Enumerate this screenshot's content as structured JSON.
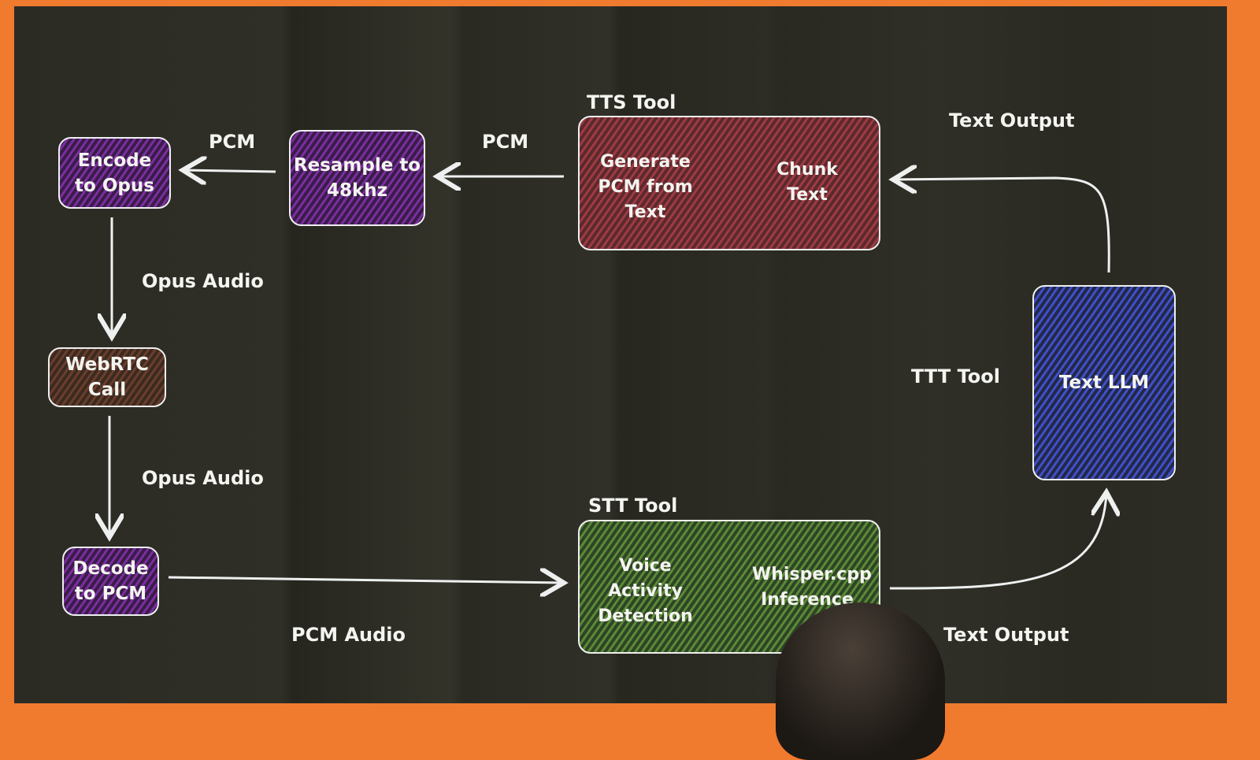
{
  "nodes": {
    "encode": "Encode\nto Opus",
    "resample": "Resample to\n48khz",
    "webrtc": "WebRTC\nCall",
    "decode": "Decode\nto PCM",
    "text_llm": "Text LLM",
    "tts": {
      "title": "TTS Tool",
      "generate": "Generate\nPCM from\nText",
      "chunk": "Chunk\nText"
    },
    "stt": {
      "title": "STT Tool",
      "vad": "Voice\nActivity\nDetection",
      "whisper": "Whisper.cpp\nInference"
    }
  },
  "labels": {
    "pcm_left": "PCM",
    "pcm_mid": "PCM",
    "opus_audio_1": "Opus Audio",
    "opus_audio_2": "Opus Audio",
    "pcm_audio": "PCM Audio",
    "text_output_top": "Text Output",
    "text_output_bottom": "Text Output",
    "ttt_tool": "TTT Tool"
  },
  "colors": {
    "frame": "#f07a2e",
    "purple": "#7a2ea0",
    "red": "#a03a44",
    "blue": "#4050c8",
    "green": "#5a8a36",
    "brown": "#6a3e2c"
  }
}
